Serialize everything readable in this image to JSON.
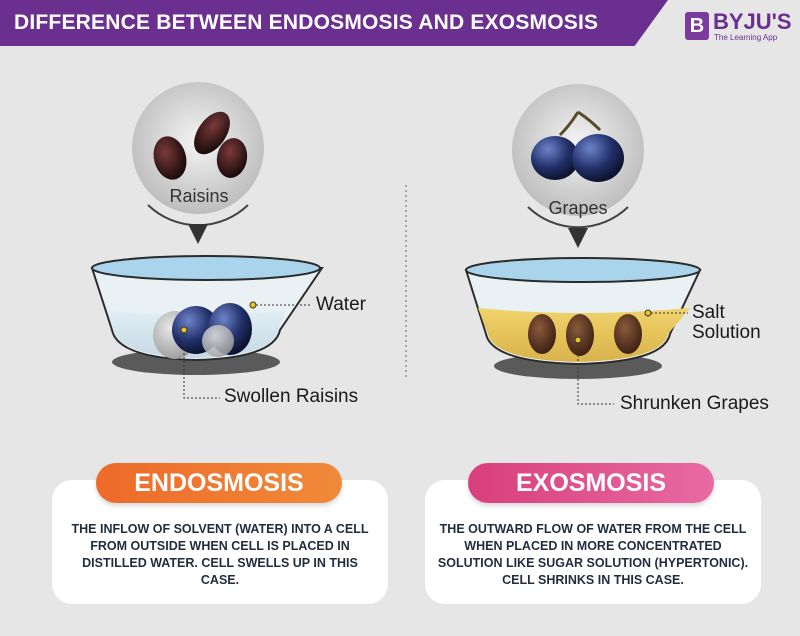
{
  "header": {
    "title": "DIFFERENCE BETWEEN ENDOSMOSIS AND EXOSMOSIS"
  },
  "logo": {
    "mark": "B",
    "name": "BYJU'S",
    "tagline": "The Learning App"
  },
  "left": {
    "circle_label": "Raisins",
    "water_label": "Water",
    "result_label": "Swollen Raisins",
    "title": "ENDOSMOSIS",
    "description": "THE INFLOW OF SOLVENT (WATER) INTO A CELL FROM OUTSIDE WHEN CELL IS PLACED IN DISTILLED WATER. CELL SWELLS UP IN THIS CASE."
  },
  "right": {
    "circle_label": "Grapes",
    "solution_label_line1": "Salt",
    "solution_label_line2": "Solution",
    "result_label": "Shrunken Grapes",
    "title": "EXOSMOSIS",
    "description": "THE OUTWARD FLOW OF WATER FROM THE CELL WHEN PLACED IN MORE CONCENTRATED SOLUTION LIKE SUGAR SOLUTION (HYPERTONIC). CELL SHRINKS IN THIS CASE."
  },
  "colors": {
    "header": "#6b2f8f",
    "endosmosis": "#ee6a2a",
    "exosmosis": "#d83f7c",
    "water": "#cfe3ef",
    "salt_solution": "#e6c24a",
    "bowl_rim": "#a9d4ec"
  }
}
